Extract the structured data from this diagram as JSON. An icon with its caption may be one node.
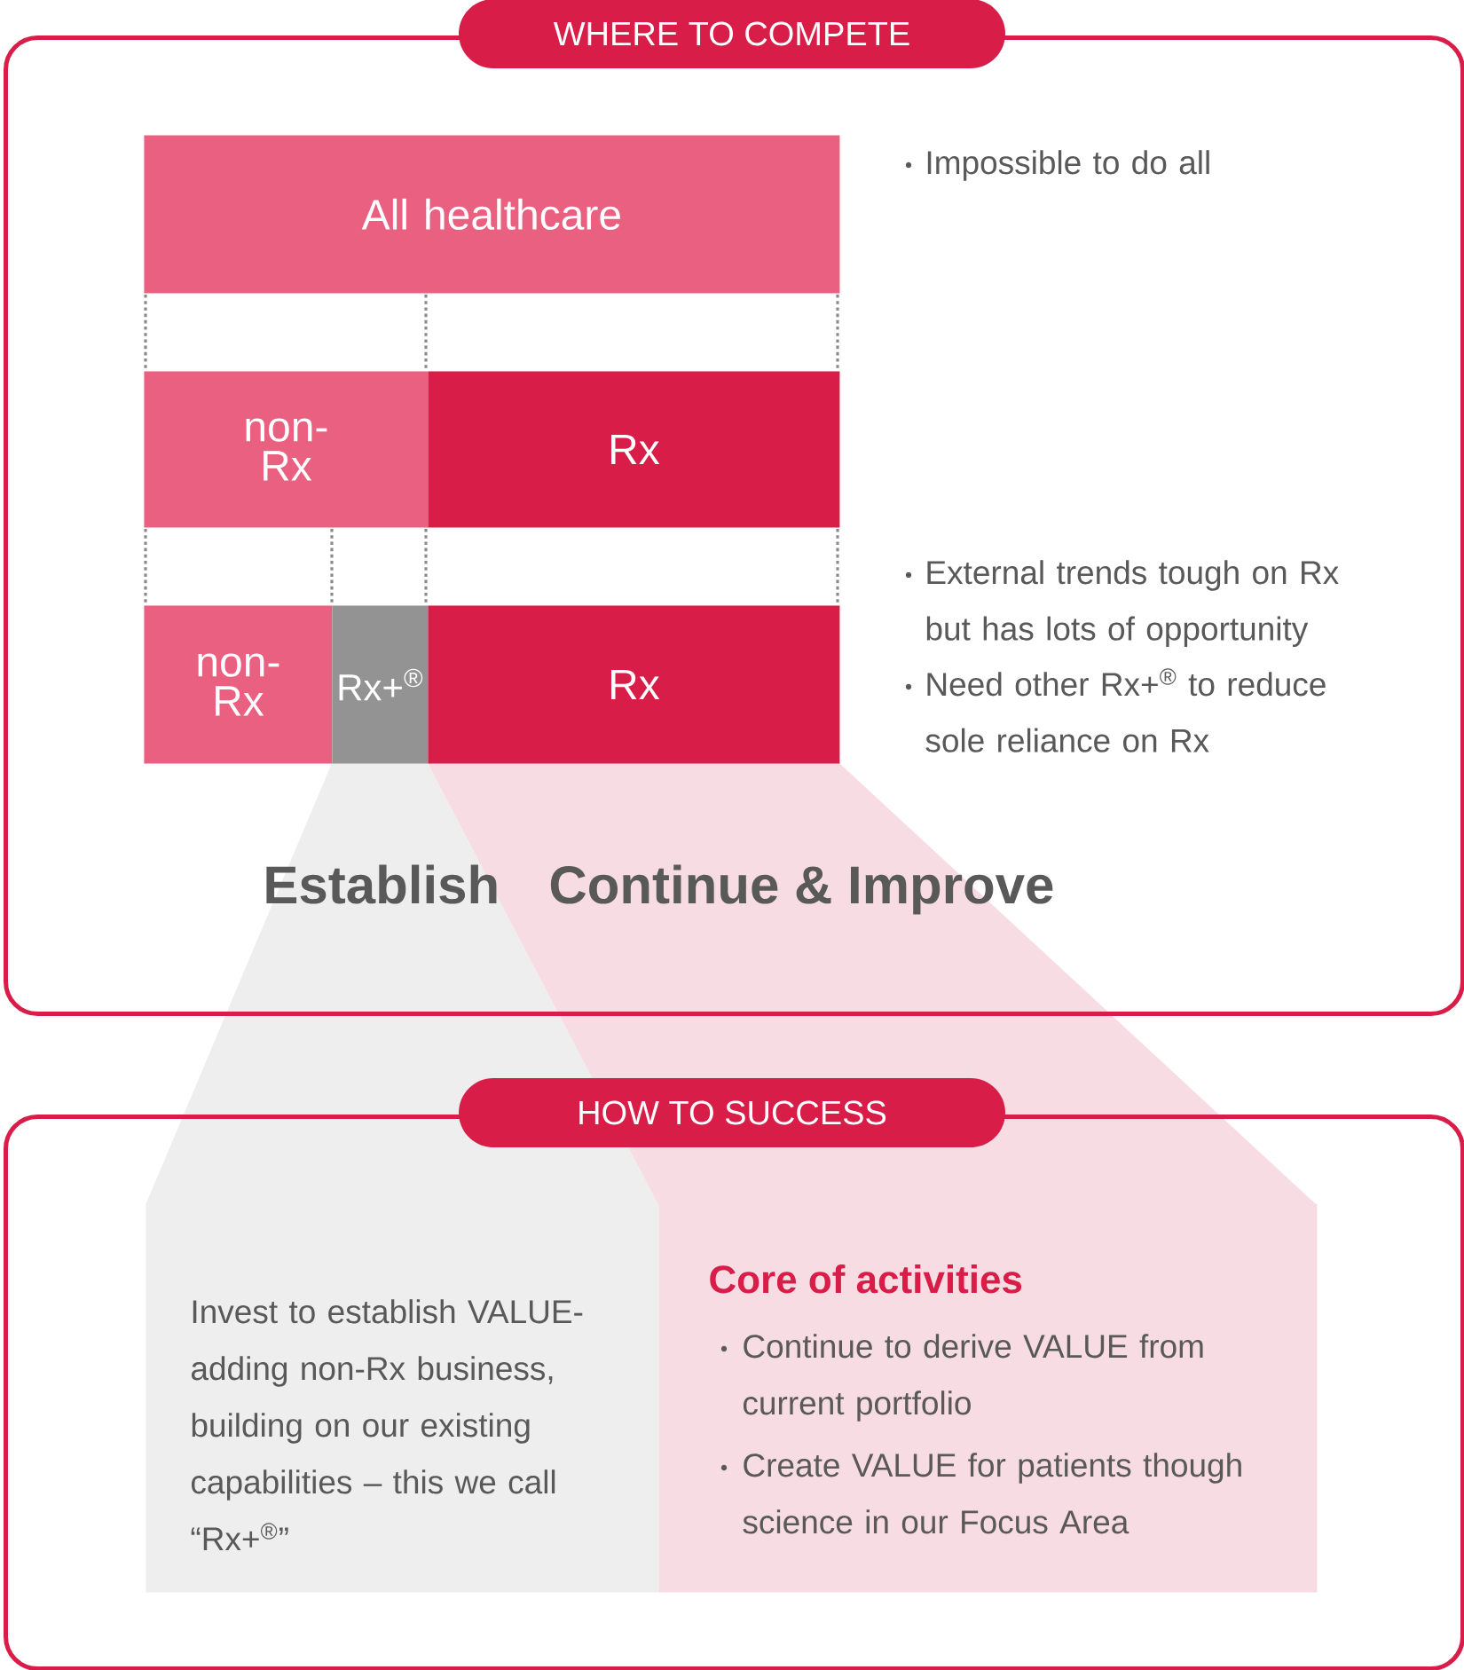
{
  "diagram": {
    "nodes": [
      {
        "text": [
          "WHERE TO COMPETE"
        ]
      },
      {
        "text": [
          "All healthcare"
        ],
        "in": 0
      },
      {
        "text": [
          "non-Rx"
        ],
        "in": 0
      },
      {
        "text": [
          "Rx"
        ],
        "in": 0
      },
      {
        "text": [
          "non-Rx"
        ],
        "in": 0
      },
      {
        "text": [
          "Rx+$^{®}$"
        ],
        "in": 0
      },
      {
        "text": [
          "Rx"
        ],
        "in": 0
      },
      {
        "text": [
          "HOW TO SUCCESS"
        ]
      },
      {
        "text": [
          "Invest to establish VALUE-adding non-Rx business, building on our existing capabilities – this we call “Rx+$^{®}$”"
        ],
        "in": 7
      },
      {
        "text": [
          "Core of activities",
          "Continue to derive VALUE from current portfolio",
          "Create VALUE for patients though science in our Focus Area"
        ],
        "in": 7
      }
    ],
    "labels": [
      "Impossible to do all",
      "External trends tough on Rx but has lots of opportunity",
      "Need other Rx+$^{®}$ to reduce sole reliance on Rx",
      "Establish",
      "Continue & Improve"
    ]
  }
}
